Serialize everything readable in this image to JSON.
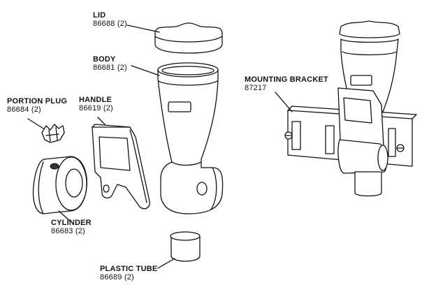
{
  "parts": [
    {
      "key": "lid",
      "name": "LID",
      "number": "86688 (2)"
    },
    {
      "key": "body",
      "name": "BODY",
      "number": "86681 (2)"
    },
    {
      "key": "portion_plug",
      "name": "PORTION PLUG",
      "number": "86684 (2)"
    },
    {
      "key": "handle",
      "name": "HANDLE",
      "number": "86619 (2)"
    },
    {
      "key": "cylinder",
      "name": "CYLINDER",
      "number": "86683 (2)"
    },
    {
      "key": "plastic_tube",
      "name": "PLASTIC TUBE",
      "number": "86689 (2)"
    },
    {
      "key": "mounting_bracket",
      "name": "MOUNTING BRACKET",
      "number": "87217"
    }
  ]
}
